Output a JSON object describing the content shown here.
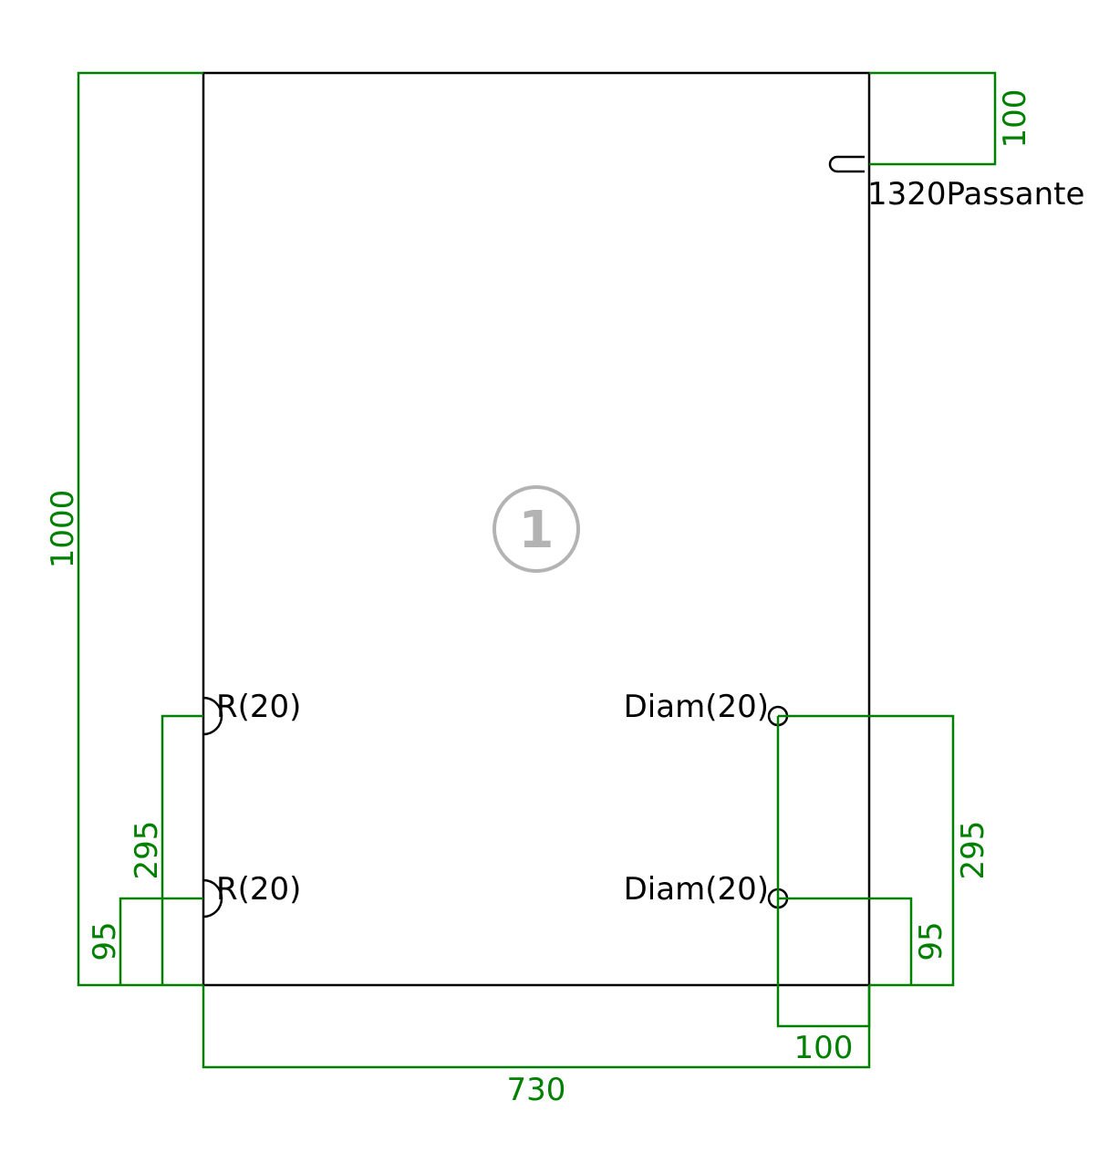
{
  "part": {
    "number": "1",
    "width_label": "730",
    "height_label": "1000"
  },
  "top_right": {
    "offset_label": "100",
    "slot_label": "1320Passante"
  },
  "left_features": {
    "upper_label": "R(20)",
    "lower_label": "R(20)",
    "upper_dim": "295",
    "lower_dim": "95"
  },
  "right_features": {
    "upper_label": "Diam(20)",
    "lower_label": "Diam(20)",
    "upper_dim": "295",
    "lower_dim": "95",
    "edge_offset_label": "100"
  },
  "colors": {
    "dimension": "#008000",
    "outline": "#000000",
    "badge": "#b3b3b3"
  }
}
